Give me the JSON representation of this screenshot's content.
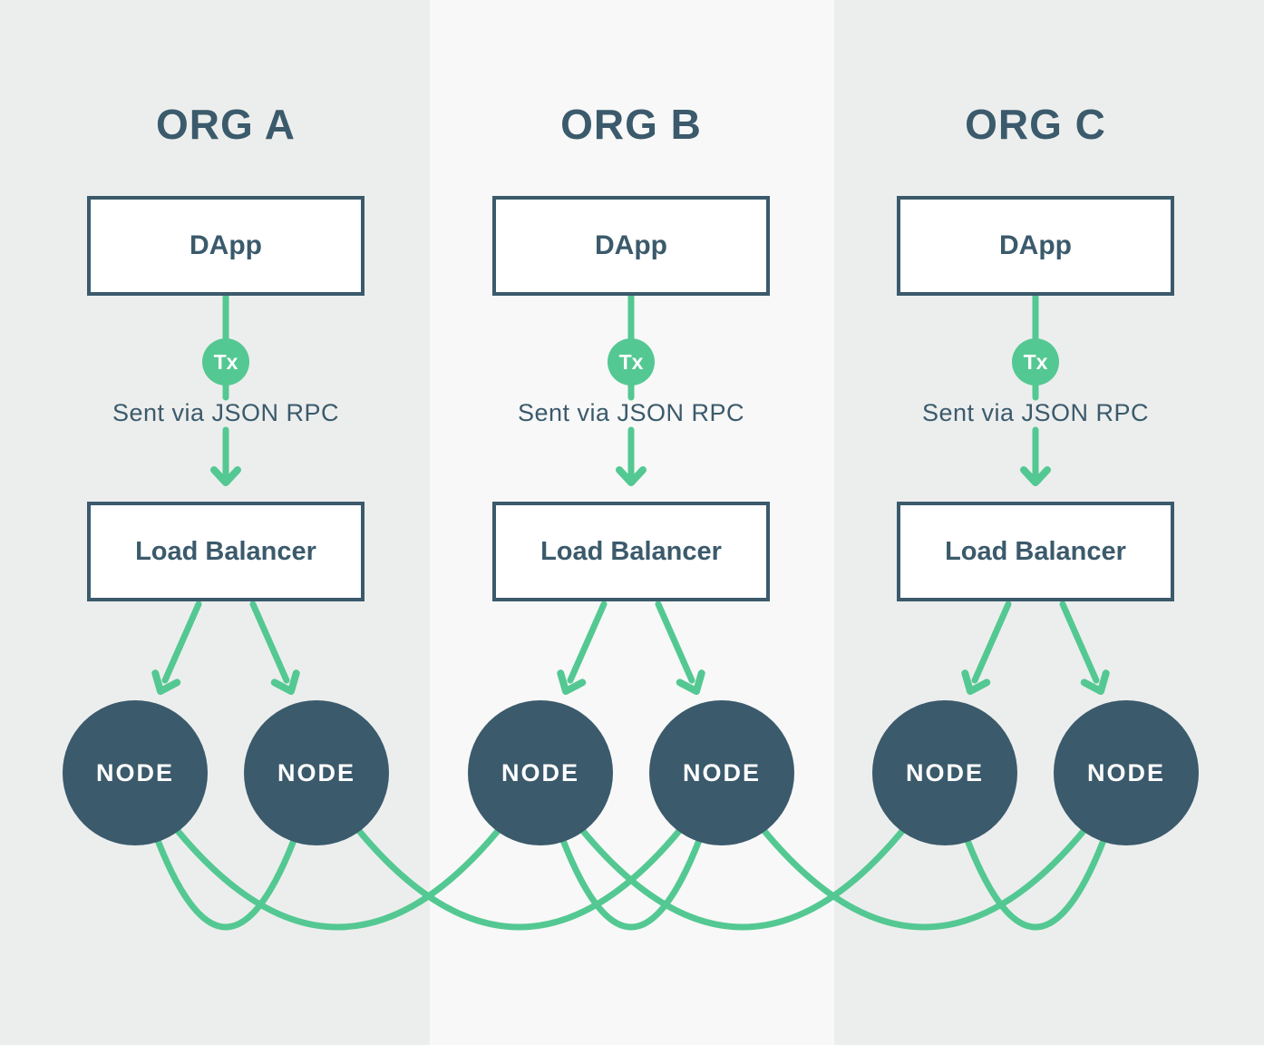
{
  "colors": {
    "background_outer": "#ECEEED",
    "background_middle": "#F7F8F7",
    "navy": "#3B5A6C",
    "green": "#54C892",
    "box_fill": "#FFFFFF",
    "node_label": "#FFFFFF"
  },
  "orgs": [
    {
      "title": "ORG A",
      "dapp_label": "DApp",
      "tx_label": "Tx",
      "rpc_label": "Sent via JSON RPC",
      "lb_label": "Load Balancer",
      "nodes": [
        {
          "label": "NODE"
        },
        {
          "label": "NODE"
        }
      ]
    },
    {
      "title": "ORG B",
      "dapp_label": "DApp",
      "tx_label": "Tx",
      "rpc_label": "Sent via JSON RPC",
      "lb_label": "Load Balancer",
      "nodes": [
        {
          "label": "NODE"
        },
        {
          "label": "NODE"
        }
      ]
    },
    {
      "title": "ORG C",
      "dapp_label": "DApp",
      "tx_label": "Tx",
      "rpc_label": "Sent via JSON RPC",
      "lb_label": "Load Balancer",
      "nodes": [
        {
          "label": "NODE"
        },
        {
          "label": "NODE"
        }
      ]
    }
  ]
}
